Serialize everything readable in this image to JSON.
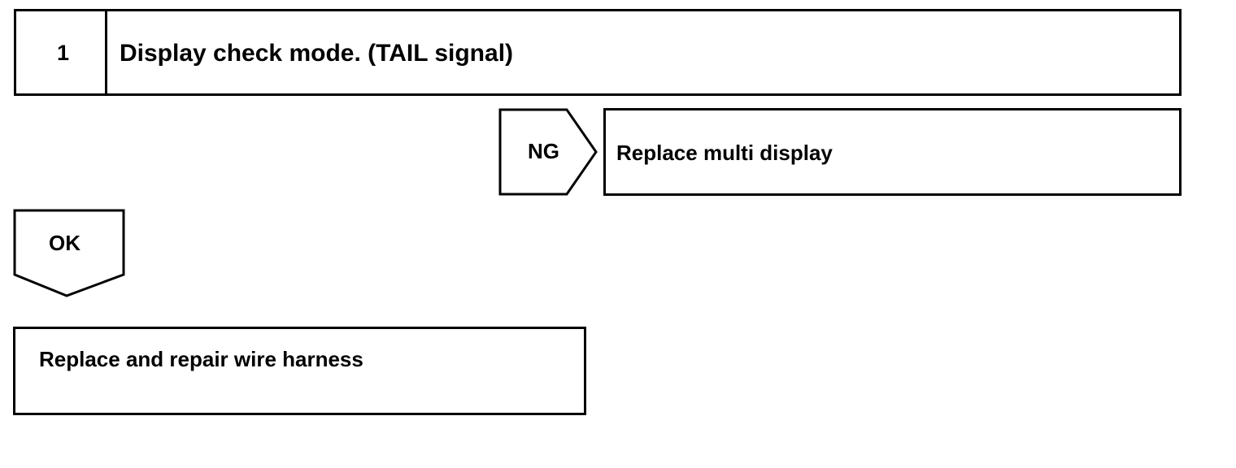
{
  "step": {
    "number": "1",
    "title": "Display check mode. (TAIL signal)"
  },
  "branches": {
    "ng": {
      "label": "NG",
      "result": "Replace multi display"
    },
    "ok": {
      "label": "OK",
      "result": "Replace and repair wire harness"
    }
  }
}
